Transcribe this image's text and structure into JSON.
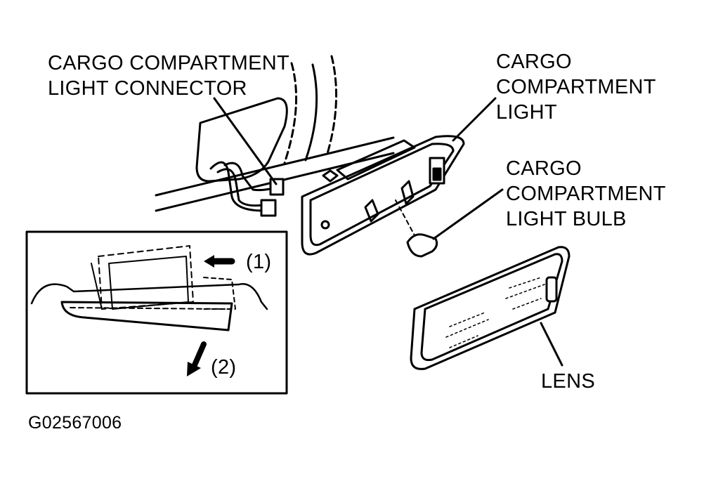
{
  "labels": {
    "connector": [
      "CARGO COMPARTMENT",
      "LIGHT CONNECTOR"
    ],
    "light": [
      "CARGO",
      "COMPARTMENT",
      "LIGHT"
    ],
    "bulb": [
      "CARGO",
      "COMPARTMENT",
      "LIGHT BULB"
    ],
    "lens": "LENS",
    "step1": "(1)",
    "step2": "(2)"
  },
  "figure_id": "G02567006"
}
